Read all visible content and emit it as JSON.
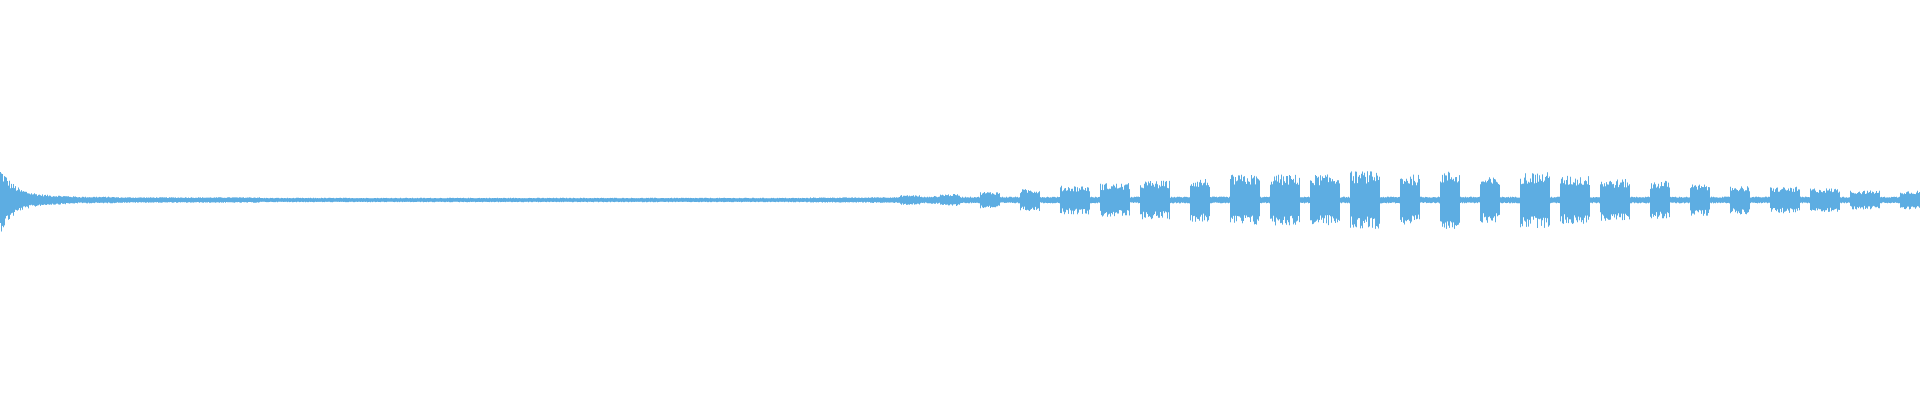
{
  "chart_data": {
    "type": "area",
    "title": "",
    "xlabel": "",
    "ylabel": "",
    "ylim": [
      -1,
      1
    ],
    "grid": false,
    "legend": "none",
    "color": "#5DADE2",
    "symmetric_waveform": true,
    "envelope": [
      0.16,
      0.09,
      0.05,
      0.035,
      0.025,
      0.02,
      0.018,
      0.015,
      0.012,
      0.012,
      0.012,
      0.012,
      0.009,
      0.009,
      0.009,
      0.009,
      0.009,
      0.009,
      0.009,
      0.009,
      0.009,
      0.009,
      0.009,
      0.009,
      0.009,
      0.009,
      0.006,
      0.006,
      0.006,
      0.006,
      0.006,
      0.006,
      0.006,
      0.006,
      0.006,
      0.006,
      0.006,
      0.006,
      0.006,
      0.006,
      0.006,
      0.006,
      0.006,
      0.006,
      0.006,
      0.006,
      0.006,
      0.006,
      0.006,
      0.006,
      0.006,
      0.006,
      0.006,
      0.006,
      0.006,
      0.006,
      0.006,
      0.006,
      0.006,
      0.006,
      0.006,
      0.006,
      0.006,
      0.006,
      0.006,
      0.006,
      0.006,
      0.006,
      0.006,
      0.006,
      0.006,
      0.006,
      0.006,
      0.006,
      0.006,
      0.006,
      0.006,
      0.006,
      0.006,
      0.006,
      0.006,
      0.008,
      0.008,
      0.008,
      0.008,
      0.008,
      0.008,
      0.01,
      0.01,
      0.01,
      0.02,
      0.02,
      0.012,
      0.015,
      0.025,
      0.025,
      0.012,
      0.012,
      0.037,
      0.037,
      0.012,
      0.012,
      0.05,
      0.05,
      0.012,
      0.012,
      0.067,
      0.067,
      0.067,
      0.012,
      0.08,
      0.08,
      0.08,
      0.012,
      0.092,
      0.092,
      0.092,
      0.012,
      0.012,
      0.104,
      0.104,
      0.012,
      0.012,
      0.123,
      0.123,
      0.123,
      0.012,
      0.123,
      0.123,
      0.123,
      0.012,
      0.123,
      0.123,
      0.123,
      0.012,
      0.14,
      0.14,
      0.14,
      0.012,
      0.012,
      0.123,
      0.123,
      0.012,
      0.012,
      0.14,
      0.14,
      0.012,
      0.012,
      0.11,
      0.11,
      0.012,
      0.012,
      0.135,
      0.135,
      0.135,
      0.012,
      0.117,
      0.117,
      0.117,
      0.012,
      0.1,
      0.1,
      0.1,
      0.012,
      0.012,
      0.092,
      0.092,
      0.012,
      0.012,
      0.074,
      0.074,
      0.012,
      0.012,
      0.067,
      0.067,
      0.012,
      0.012,
      0.061,
      0.061,
      0.061,
      0.012,
      0.055,
      0.055,
      0.055,
      0.012,
      0.043,
      0.043,
      0.043,
      0.012,
      0.012,
      0.043,
      0.043
    ]
  }
}
